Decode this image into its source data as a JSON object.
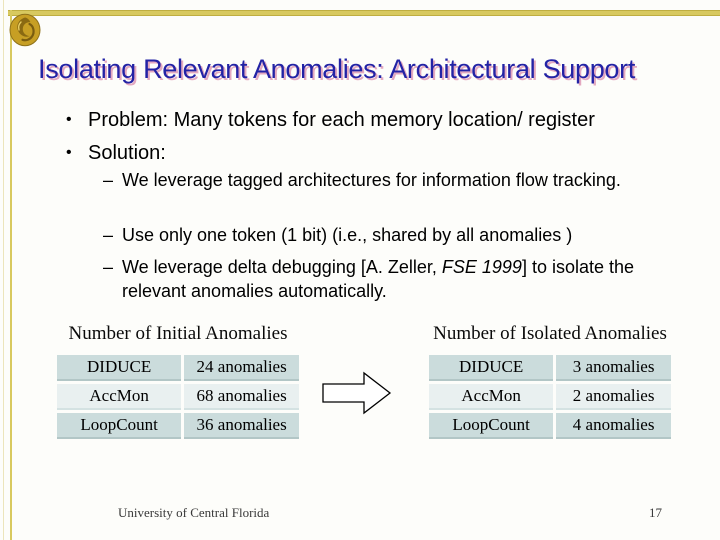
{
  "slide": {
    "title": "Isolating Relevant Anomalies: Architectural Support",
    "footer_text": "University of Central Florida",
    "page_number": "17"
  },
  "bullets": {
    "marker": "•",
    "dash": "–",
    "problem": "Problem: Many tokens for each memory location/ register",
    "solution": "Solution:",
    "sub1": "We leverage tagged architectures for information flow tracking.",
    "sub2": "Use only one token (1 bit) (i.e., shared by all anomalies )",
    "sub3_pre": "We leverage delta debugging [A. Zeller, ",
    "sub3_cite": "FSE 1999",
    "sub3_post": "] to isolate the relevant anomalies automatically."
  },
  "tables": {
    "initial": {
      "title": "Number of Initial Anomalies",
      "rows": [
        {
          "tool": "DIDUCE",
          "count": "24 anomalies"
        },
        {
          "tool": "AccMon",
          "count": "68 anomalies"
        },
        {
          "tool": "LoopCount",
          "count": "36 anomalies"
        }
      ]
    },
    "isolated": {
      "title": "Number of Isolated Anomalies",
      "rows": [
        {
          "tool": "DIDUCE",
          "count": "3 anomalies"
        },
        {
          "tool": "AccMon",
          "count": "2 anomalies"
        },
        {
          "tool": "LoopCount",
          "count": "4 anomalies"
        }
      ]
    }
  },
  "icons": {
    "logo": "ucf-pegasus-logo",
    "arrow": "right-block-arrow"
  },
  "colors": {
    "title_text": "#2323a5",
    "title_shadow": "#e3a9c0",
    "gold_border": "#d8c95f",
    "table_row_dark": "#cbdcdc",
    "table_row_light": "#e9f0f0"
  }
}
